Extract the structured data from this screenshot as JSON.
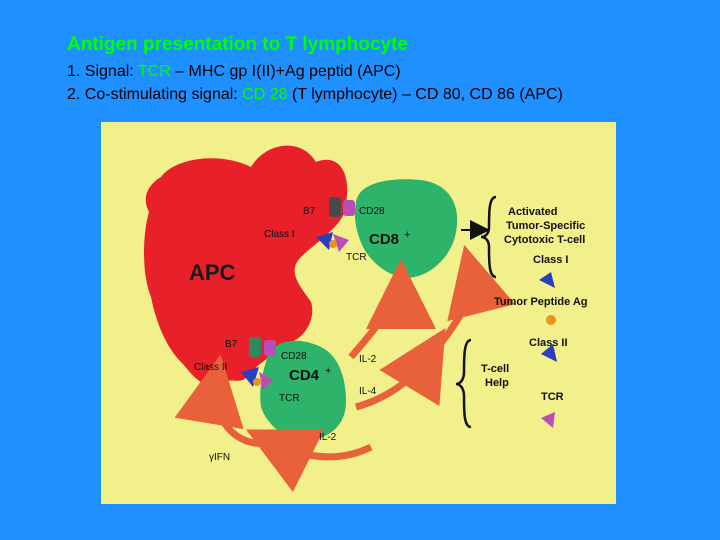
{
  "slide": {
    "title": "Antigen presentation to T lymphocyte",
    "line1": {
      "prefix": "1.  Signal:  ",
      "highlight": "TCR",
      "suffix": " – MHC gp I(II)+Ag peptid (APC)"
    },
    "line2": {
      "prefix": "2.  Co-stimulating signal: ",
      "highlight": "CD 28",
      "suffix": " (T lymphocyte) – CD 80, CD 86 (APC)"
    }
  },
  "figure": {
    "apc_label": "APC",
    "cd8_label": "CD8",
    "cd4_label": "CD4",
    "plus": "+",
    "b7_top": "B7",
    "class1_left": "Class I",
    "cd28_top": "CD28",
    "tcr_top": "TCR",
    "b7_bottom": "B7",
    "class2_left": "Class II",
    "cd28_bottom": "CD28",
    "tcr_bottom": "TCR",
    "il2_a": "IL-2",
    "il4": "IL-4",
    "il2_b": "IL-2",
    "ifn": "γIFN",
    "legend": {
      "activated_1": "Activated",
      "activated_2": "Tumor-Specific",
      "activated_3": "Cytotoxic T-cell",
      "class1": "Class I",
      "tumor_peptide": "Tumor Peptide Ag",
      "class2": "Class II",
      "tcell_help_1": "T-cell",
      "tcell_help_2": "Help",
      "tcr": "TCR"
    }
  },
  "colors": {
    "background": "#1e90ff",
    "highlight": "#00ff00",
    "apc_red": "#e8202a",
    "tcell_green": "#2db36a",
    "figure_bg": "#f2f08a"
  }
}
